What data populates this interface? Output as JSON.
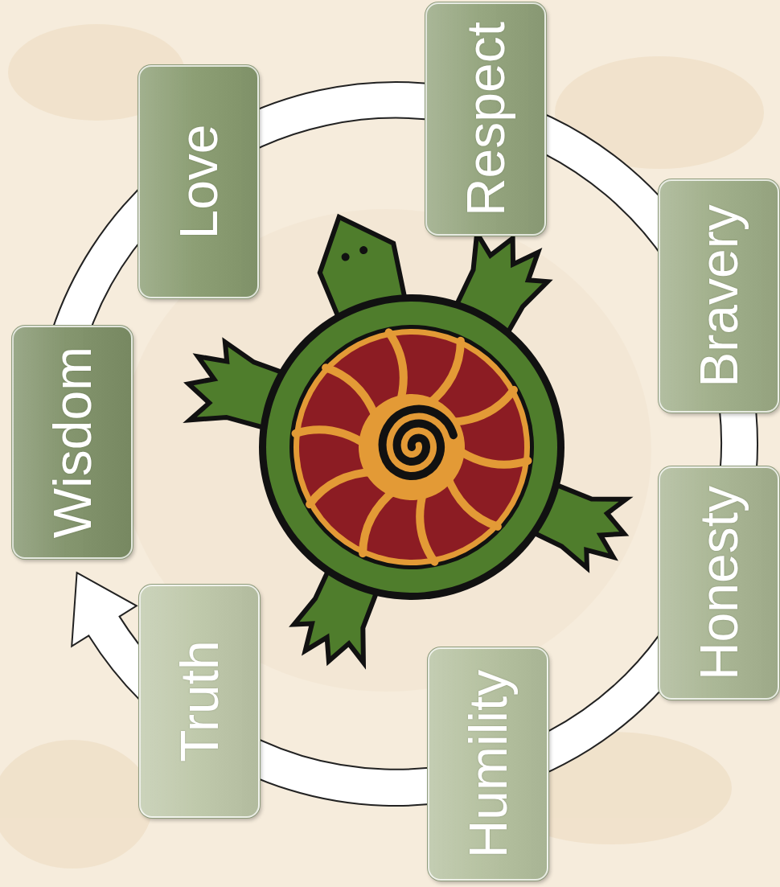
{
  "diagram": {
    "nodes": [
      {
        "text": [
          "Wisdom"
        ]
      },
      {
        "text": [
          "Love"
        ]
      },
      {
        "text": [
          "Respect"
        ]
      },
      {
        "text": [
          "Bravery"
        ]
      },
      {
        "text": [
          "Honesty"
        ]
      },
      {
        "text": [
          "Humility"
        ]
      },
      {
        "text": [
          "Truth"
        ]
      }
    ]
  }
}
